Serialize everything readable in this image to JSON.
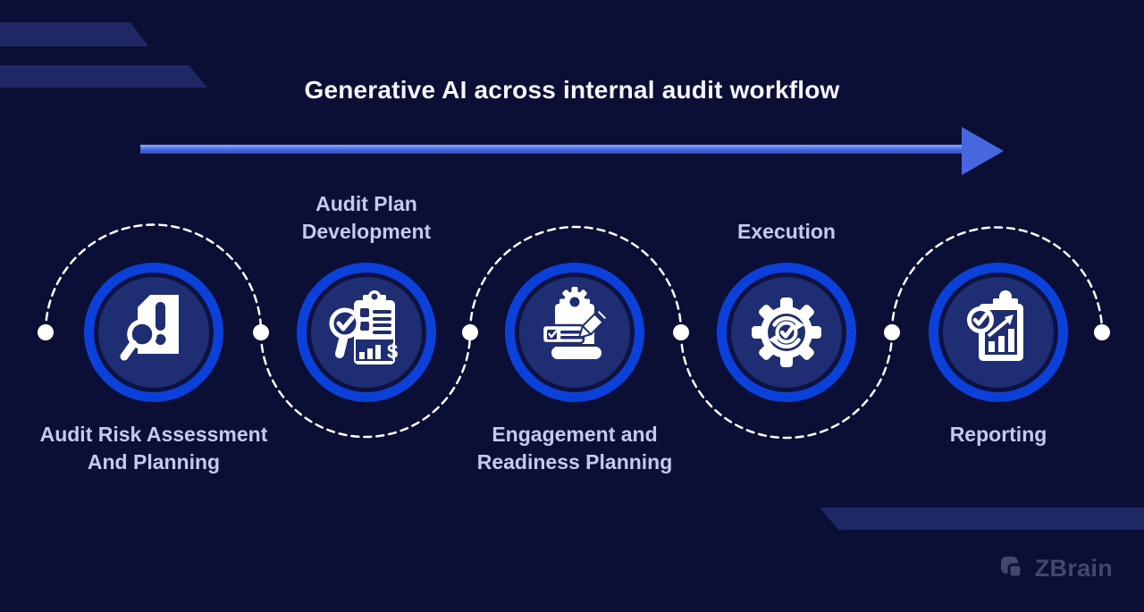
{
  "title": "Generative AI across internal audit workflow",
  "glyphs": {
    "dollar": "$"
  },
  "workflow": {
    "steps": [
      {
        "label": "Audit Risk Assessment And Planning",
        "label_lines": [
          "Audit Risk Assessment",
          "And Planning"
        ],
        "label_position": "below",
        "icon": "document-risk-magnifier-icon"
      },
      {
        "label": "Audit Plan Development",
        "label_lines": [
          "Audit Plan",
          "Development"
        ],
        "label_position": "above",
        "icon": "clipboard-checklist-chart-icon"
      },
      {
        "label": "Engagement and Readiness Planning",
        "label_lines": [
          "Engagement and",
          "Readiness Planning"
        ],
        "label_position": "below",
        "icon": "document-gear-pencil-icon"
      },
      {
        "label": "Execution",
        "label_lines": [
          "Execution"
        ],
        "label_position": "above",
        "icon": "gear-sync-check-icon"
      },
      {
        "label": "Reporting",
        "label_lines": [
          "Reporting"
        ],
        "label_position": "below",
        "icon": "clipboard-growth-chart-icon"
      }
    ]
  },
  "brand": {
    "name": "ZBrain"
  },
  "colors": {
    "background": "#0b0e35",
    "stripe": "#1f2765",
    "ring_blue": "#0b41d8",
    "node_inner": "#1f2d72",
    "arrow_blue": "#4767de",
    "connector_white": "#ffffff",
    "title_text": "#f5f6fa",
    "label_text": "#c5c9ef",
    "brand_text": "#474d70"
  }
}
